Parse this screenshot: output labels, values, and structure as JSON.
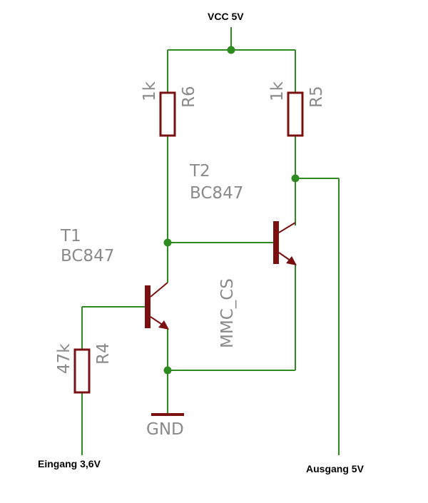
{
  "colors": {
    "wire": "#2e8b20",
    "part": "#7a1010",
    "label": "#8a8a8a",
    "text": "#000000",
    "background": "#ffffff"
  },
  "labels": {
    "vcc": "VCC 5V",
    "gnd": "GND",
    "input": "Eingang 3,6V",
    "output": "Ausgang 5V",
    "net": "MMC_CS"
  },
  "resistors": {
    "r6": {
      "name": "R6",
      "value": "1k"
    },
    "r5": {
      "name": "R5",
      "value": "1k"
    },
    "r4": {
      "name": "R4",
      "value": "47k"
    }
  },
  "transistors": {
    "t1": {
      "name": "T1",
      "type": "BC847"
    },
    "t2": {
      "name": "T2",
      "type": "BC847"
    }
  }
}
